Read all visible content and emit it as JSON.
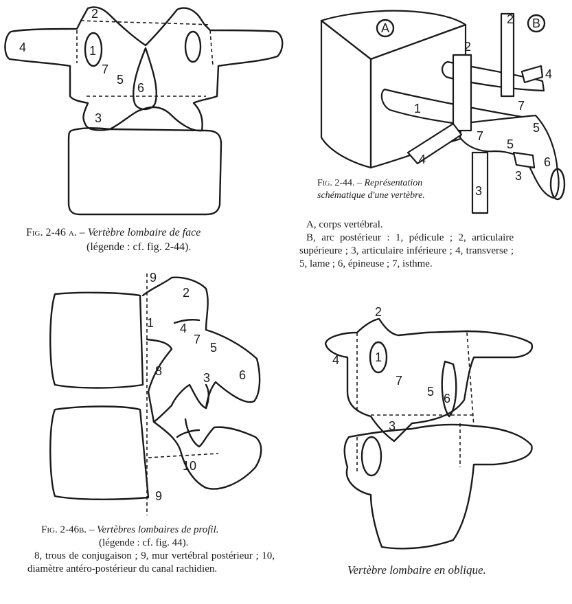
{
  "figures": {
    "fig246a": {
      "labels": [
        "1",
        "2",
        "3",
        "4",
        "5",
        "6",
        "7"
      ],
      "caption_prefix": "Fig. 2-46 a. –",
      "caption_title": "Vertèbre lombaire de face",
      "caption_legend": "(légende : cf. fig. 2-44)."
    },
    "fig244": {
      "labels": [
        "A",
        "B",
        "1",
        "2",
        "2",
        "3",
        "4",
        "4",
        "5",
        "5",
        "6",
        "7",
        "7",
        "3"
      ],
      "caption_prefix": "Fig. 2-44. –",
      "caption_title_1": "Représentation",
      "caption_title_2": "schématique d'une vertèbre.",
      "legend_a": "A, corps vertébral.",
      "legend_b": "B, arc postérieur : 1, pédicule ; 2, articulaire supérieure ; 3, articulaire inférieure ; 4, transverse ; 5, lame ; 6, épineuse ; 7, isthme."
    },
    "fig246b": {
      "labels": [
        "9",
        "2",
        "1",
        "4",
        "7",
        "5",
        "8",
        "3",
        "6",
        "10",
        "9"
      ],
      "caption_prefix": "Fig. 2-46b. –",
      "caption_title": "Vertèbres lombaires de profil.",
      "caption_legend": "(légende : cf. fig. 44).",
      "legend": "8, trous de conjugaison ; 9, mur vertébral postérieur ; 10, diamètre antéro-postérieur du canal rachidien."
    },
    "oblique": {
      "labels": [
        "2",
        "4",
        "1",
        "7",
        "5",
        "6",
        "3"
      ],
      "caption": "Vertèbre lombaire en oblique."
    }
  }
}
